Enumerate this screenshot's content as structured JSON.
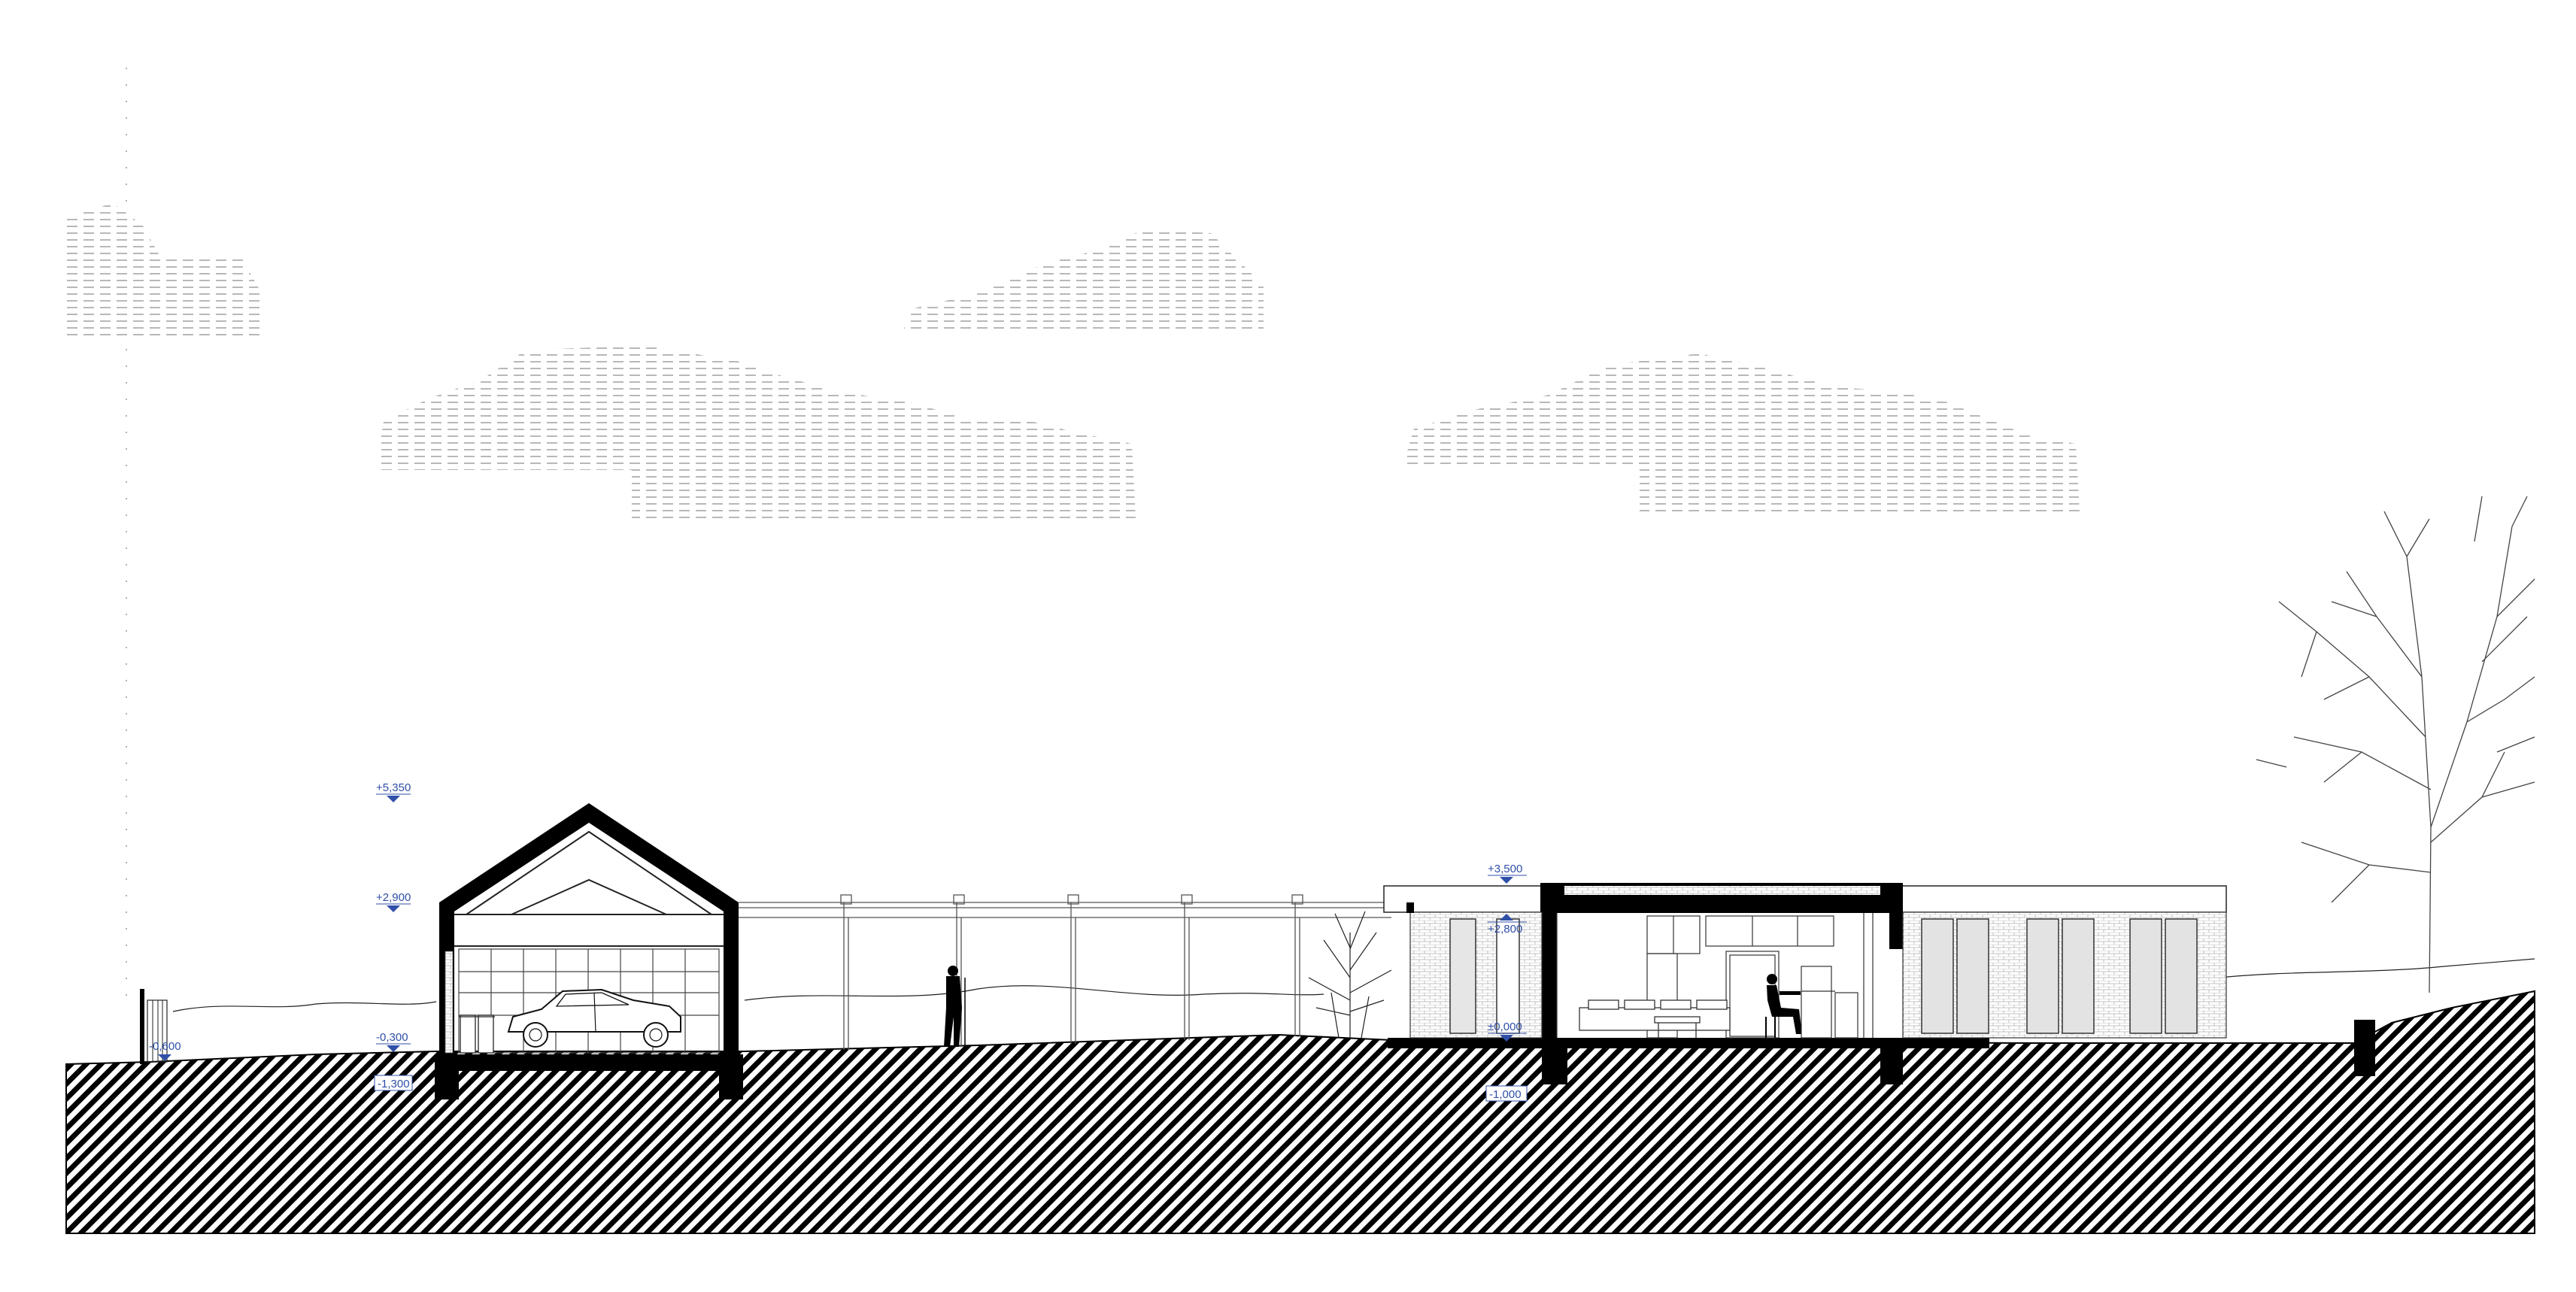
{
  "colors": {
    "ink": "#000000",
    "line": "#222222",
    "level_marker": "#2f4fa8",
    "background": "#ffffff"
  },
  "levels": {
    "roof_ridge": "+5,350",
    "eave": "+2,900",
    "entry_ground": "-0,300",
    "road_left": "-0,600",
    "garage_footing": "-1,300",
    "house_roof": "+3,500",
    "ceiling": "+2,800",
    "floor": "±0,000",
    "house_footing": "-1,000"
  }
}
